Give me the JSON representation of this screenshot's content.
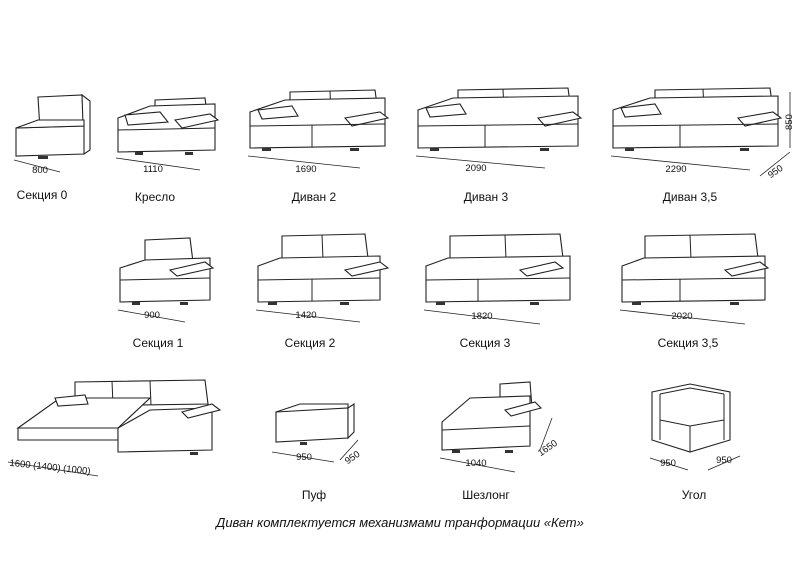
{
  "caption": "Диван  комплектуется   механизмами  транформации «Кет»",
  "items": [
    {
      "label": "Секция 0",
      "width": "800"
    },
    {
      "label": "Кресло",
      "width": "1110"
    },
    {
      "label": "Диван 2",
      "width": "1690"
    },
    {
      "label": "Диван 3",
      "width": "2090"
    },
    {
      "label": "Диван 3,5",
      "width": "2290",
      "height": "850",
      "depth": "950"
    },
    {
      "label": "Секция 1",
      "width": "900"
    },
    {
      "label": "Секция 2",
      "width": "1420"
    },
    {
      "label": "Секция 3",
      "width": "1820"
    },
    {
      "label": "Секция 3,5",
      "width": "2020"
    },
    {
      "label": "",
      "width": "1600 (1400) (1000)"
    },
    {
      "label": "Пуф",
      "width": "950",
      "depth": "950"
    },
    {
      "label": "Шезлонг",
      "width": "1040",
      "depth": "1650"
    },
    {
      "label": "Угол",
      "width": "950",
      "depth": "950"
    }
  ]
}
